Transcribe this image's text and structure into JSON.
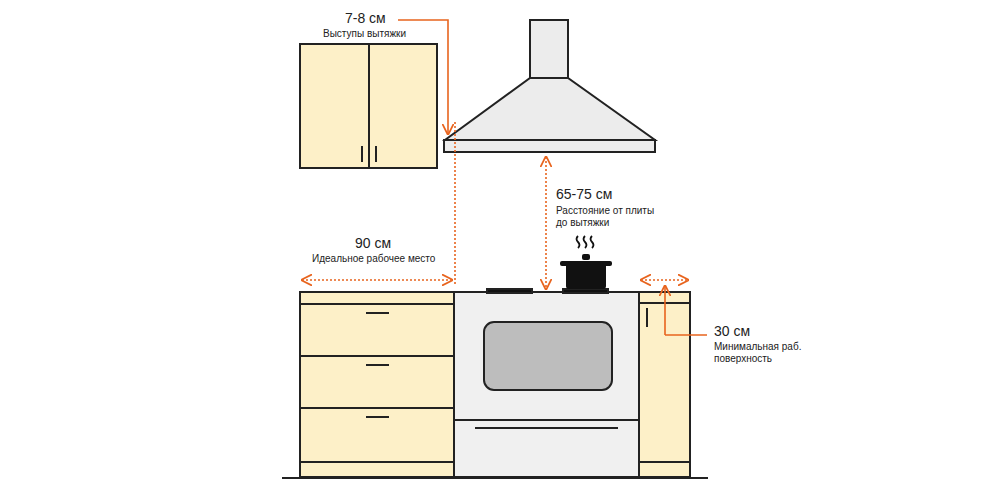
{
  "diagram": {
    "labels": [
      "7-8 см",
      "Выступы вытяжки",
      "65-75 см",
      "Расстояние от плиты до вытяжки",
      "90 см",
      "Идеальное рабочее место",
      "30 см",
      "Минимальная раб. поверхность"
    ]
  }
}
